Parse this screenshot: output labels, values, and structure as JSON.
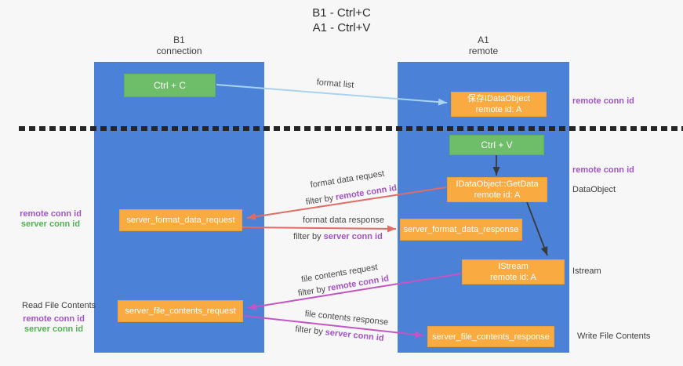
{
  "title": {
    "line1": "B1 - Ctrl+C",
    "line2": "A1 - Ctrl+V"
  },
  "lifelines": {
    "b1": {
      "name": "B1",
      "role": "connection"
    },
    "a1": {
      "name": "A1",
      "role": "remote"
    }
  },
  "nodes": {
    "ctrl_c": {
      "label": "Ctrl + C"
    },
    "ctrl_v": {
      "label": "Ctrl + V"
    },
    "save_idataobject": {
      "line1": "保存IDataObject",
      "line2": "remote id: A"
    },
    "getdata": {
      "line1": "IDataObject::GetData",
      "line2": "remote id: A"
    },
    "istream": {
      "line1": "IStream",
      "line2": "remote id: A"
    },
    "format_request": {
      "label": "server_format_data_request"
    },
    "format_response": {
      "label": "server_format_data_response"
    },
    "file_request": {
      "label": "server_file_contents_request"
    },
    "file_response": {
      "label": "server_file_contents_response"
    }
  },
  "edge_labels": {
    "format_list": "format list",
    "format_data_request": "format data request",
    "format_data_response": "format data response",
    "file_contents_request": "file contents request",
    "file_contents_response": "file contents response",
    "filter_by": "filter by",
    "remote_conn_id": "remote conn id",
    "server_conn_id": "server conn id"
  },
  "side_labels": {
    "remote_conn_id": "remote conn id",
    "server_conn_id": "server conn id",
    "dataobject": "DataObject",
    "istream": "Istream",
    "read_file_contents": "Read File Contents",
    "write_file_contents": "Write File Contents"
  },
  "colors": {
    "lifeline_fill": "#4b82d7",
    "node_green": "#6ebe69",
    "node_orange": "#f9ab41",
    "arrow_lightblue": "#a9d3ee",
    "arrow_red": "#e06c65",
    "arrow_magenta": "#c454c4",
    "arrow_black": "#3a3a3a",
    "label_purple": "#a253c6",
    "label_green": "#54b054"
  }
}
